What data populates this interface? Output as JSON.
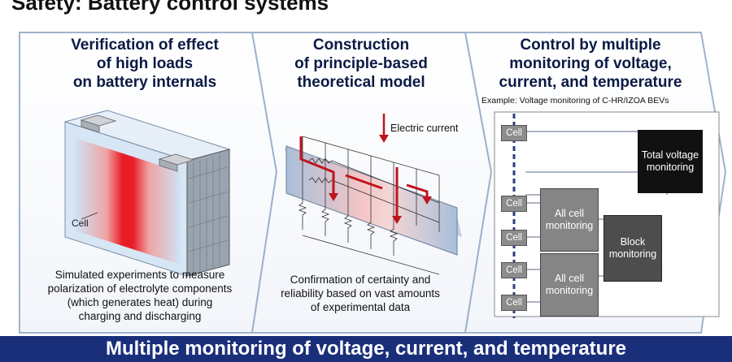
{
  "title": "Safety: Battery control systems",
  "panels": [
    {
      "heading_lines": [
        "Verification of effect",
        "of high loads",
        "on battery internals"
      ],
      "caption_lines": [
        "Simulated experiments to measure",
        "polarization of electrolyte components",
        "(which generates heat) during",
        "charging and discharging"
      ],
      "label": "Cell"
    },
    {
      "heading_lines": [
        "Construction",
        "of principle-based",
        "theoretical model"
      ],
      "caption_lines": [
        "Confirmation of certainty and",
        "reliability based on vast amounts",
        "of experimental data"
      ],
      "label": "Electric current"
    },
    {
      "heading_lines": [
        "Control by multiple",
        "monitoring of voltage,",
        "current, and temperature"
      ],
      "example": "Example: Voltage monitoring of C-HR/IZOA BEVs",
      "cell_label": "Cell",
      "all_cell_monitoring": "All cell monitoring",
      "block_monitoring": "Block monitoring",
      "total_voltage_monitoring": "Total voltage monitoring"
    }
  ],
  "banner": "Multiple monitoring of voltage, current, and temperature",
  "colors": {
    "banner": "#1a2f7a",
    "heading": "#0a1a44",
    "hot": "#e8121c"
  }
}
